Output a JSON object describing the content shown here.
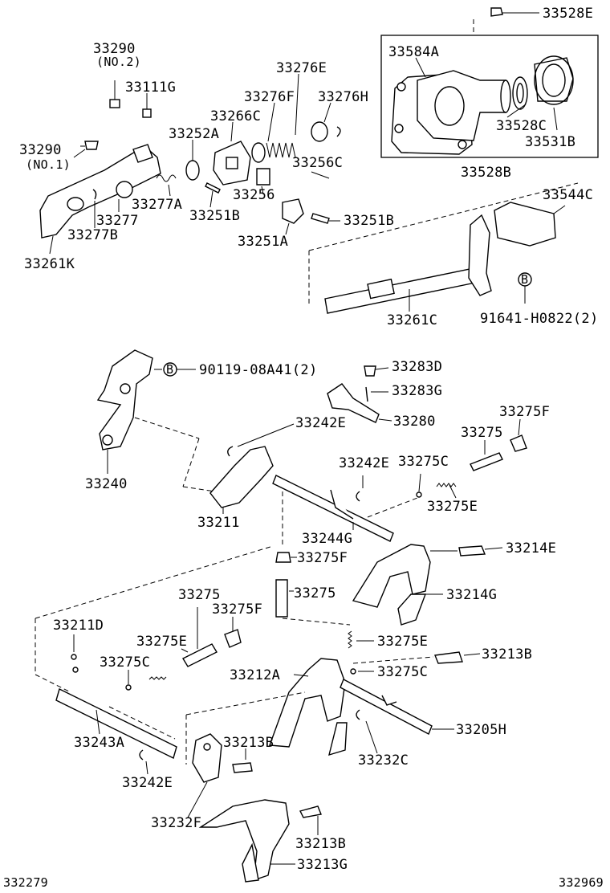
{
  "labels": {
    "p33528E": "33528E",
    "p33584A": "33584A",
    "p33528C": "33528C",
    "p33531B": "33531B",
    "p33528B": "33528B",
    "p33290_no2": "33290",
    "no2": "(NO.2)",
    "p33111G": "33111G",
    "p33276E": "33276E",
    "p33276F": "33276F",
    "p33276H": "33276H",
    "p33266C": "33266C",
    "p33252A": "33252A",
    "p33290_no1": "33290",
    "no1": "(NO.1)",
    "p33256C": "33256C",
    "p33277A": "33277A",
    "p33256": "33256",
    "p33277": "33277",
    "p33251B_a": "33251B",
    "p33251B_b": "33251B",
    "p33277B": "33277B",
    "p33251A": "33251A",
    "p33261K": "33261K",
    "p33544C": "33544C",
    "p33261C": "33261C",
    "p91641": "91641-H0822(2)",
    "marker_b": "B",
    "p90119": "90119-08A41(2)",
    "p33283D": "33283D",
    "p33283G": "33283G",
    "p33280": "33280",
    "p33242E_a": "33242E",
    "p33275F_a": "33275F",
    "p33275_a": "33275",
    "p33240": "33240",
    "p33242E_b": "33242E",
    "p33275C_a": "33275C",
    "p33275E_a": "33275E",
    "p33211": "33211",
    "p33244G": "33244G",
    "p33275F_b": "33275F",
    "p33214E": "33214E",
    "p33275_b": "33275",
    "p33275_c": "33275",
    "p33214G": "33214G",
    "p33275F_c": "33275F",
    "p33211D": "33211D",
    "p33275E_b": "33275E",
    "p33275E_c": "33275E",
    "p33213B_a": "33213B",
    "p33275C_b": "33275C",
    "p33212A": "33212A",
    "p33275C_c": "33275C",
    "p33205H": "33205H",
    "p33243A": "33243A",
    "p33213B_b": "33213B",
    "p33232C": "33232C",
    "p33242E_c": "33242E",
    "p33232F": "33232F",
    "p33213B_c": "33213B",
    "p33213G": "33213G",
    "corner_left": "332279",
    "corner_right": "332969"
  }
}
